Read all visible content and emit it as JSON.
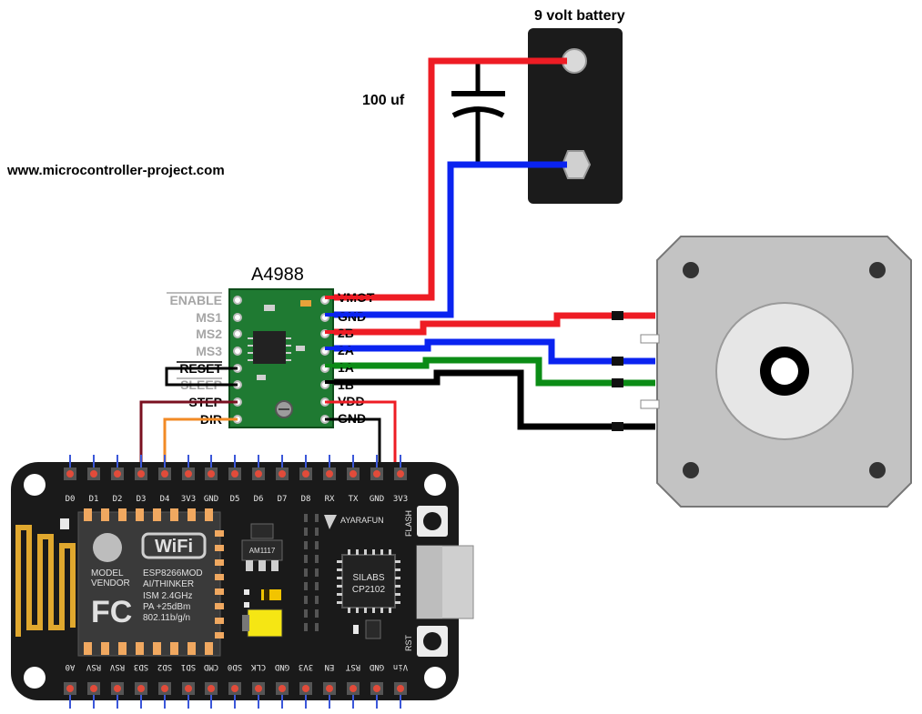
{
  "website": "www.microcontroller-project.com",
  "battery": {
    "label": "9 volt battery"
  },
  "capacitor": {
    "label": "100 uf"
  },
  "driver": {
    "title": "A4988",
    "left_pins": [
      "ENABLE",
      "MS1",
      "MS2",
      "MS3",
      "RESET",
      "SLEEP",
      "STEP",
      "DIR"
    ],
    "right_pins": [
      "VMOT",
      "GND",
      "2B",
      "2A",
      "1A",
      "1B",
      "VDD",
      "GND"
    ]
  },
  "nodemcu": {
    "top_pins": [
      "D0",
      "D1",
      "D2",
      "D3",
      "D4",
      "3V3",
      "GND",
      "D5",
      "D6",
      "D7",
      "D8",
      "RX",
      "TX",
      "GND",
      "3V3"
    ],
    "bottom_pins": [
      "A0",
      "RSV",
      "RSV",
      "SD3",
      "SD2",
      "SD1",
      "CMD",
      "SD0",
      "CLK",
      "GND",
      "3V3",
      "EN",
      "RST",
      "GND",
      "Vin"
    ],
    "regulator": "AM1117",
    "brand": "AYARAFUN",
    "usb_chip_line1": "SILABS",
    "usb_chip_line2": "CP2102",
    "flash_label": "FLASH",
    "rst_label": "RST",
    "wifi_logo": "WiFi",
    "module_line1": "MODEL",
    "module_line2": "VENDOR",
    "module_fc": "FC",
    "module_spec1": "ESP8266MOD",
    "module_spec2": "AI/THINKER",
    "module_spec3": "ISM 2.4GHz",
    "module_spec4": "PA +25dBm",
    "module_spec5": "802.11b/g/n"
  },
  "colors": {
    "red_wire": "#ee1c24",
    "blue_wire": "#0a23f0",
    "green_wire": "#0b8c16",
    "black_wire": "#000000",
    "maroon_wire": "#7a1020",
    "orange_wire": "#f28a25",
    "driver_board": "#1f7a32",
    "motor_body": "#c3c3c3",
    "mcu_board": "#1a1a1a"
  }
}
